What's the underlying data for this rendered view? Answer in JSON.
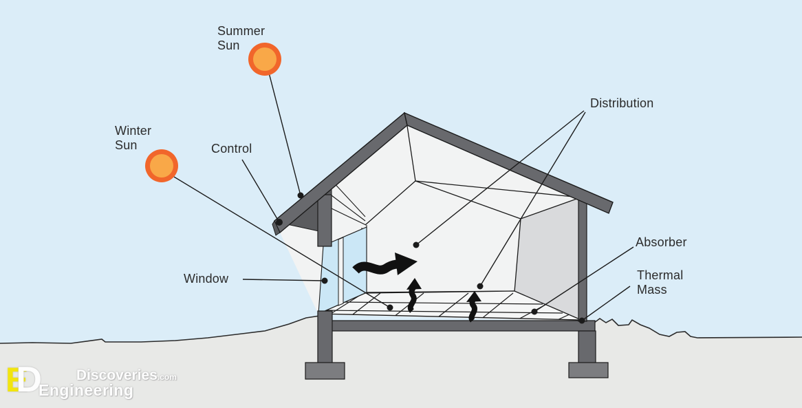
{
  "labels": {
    "summer_sun": "Summer\nSun",
    "winter_sun": "Winter\nSun",
    "control": "Control",
    "window": "Window",
    "distribution": "Distribution",
    "absorber": "Absorber",
    "thermal_mass": "Thermal\nMass"
  },
  "watermark": {
    "monogram_e": "E",
    "monogram_d": "D",
    "line1": "Discoveries",
    "line1_suffix": ".com",
    "line2": "Engineering"
  },
  "colors": {
    "sky": "#dbedf8",
    "ground": "#e8e9e7",
    "roof_gray": "#68696d",
    "eave_shadow": "#5a5b5e",
    "footing_gray": "#7c7d80",
    "wall_white": "#f2f3f3",
    "wall_gray": "#d9dadc",
    "floor_white": "#f5f6f6",
    "glass_blue": "#cbe7f6",
    "sun_ring": "#f1662b",
    "sun_fill": "#f9a848",
    "outline": "#1b1b1b",
    "label_text": "#2b2b2b",
    "logo_yellow": "#f2e50e"
  }
}
